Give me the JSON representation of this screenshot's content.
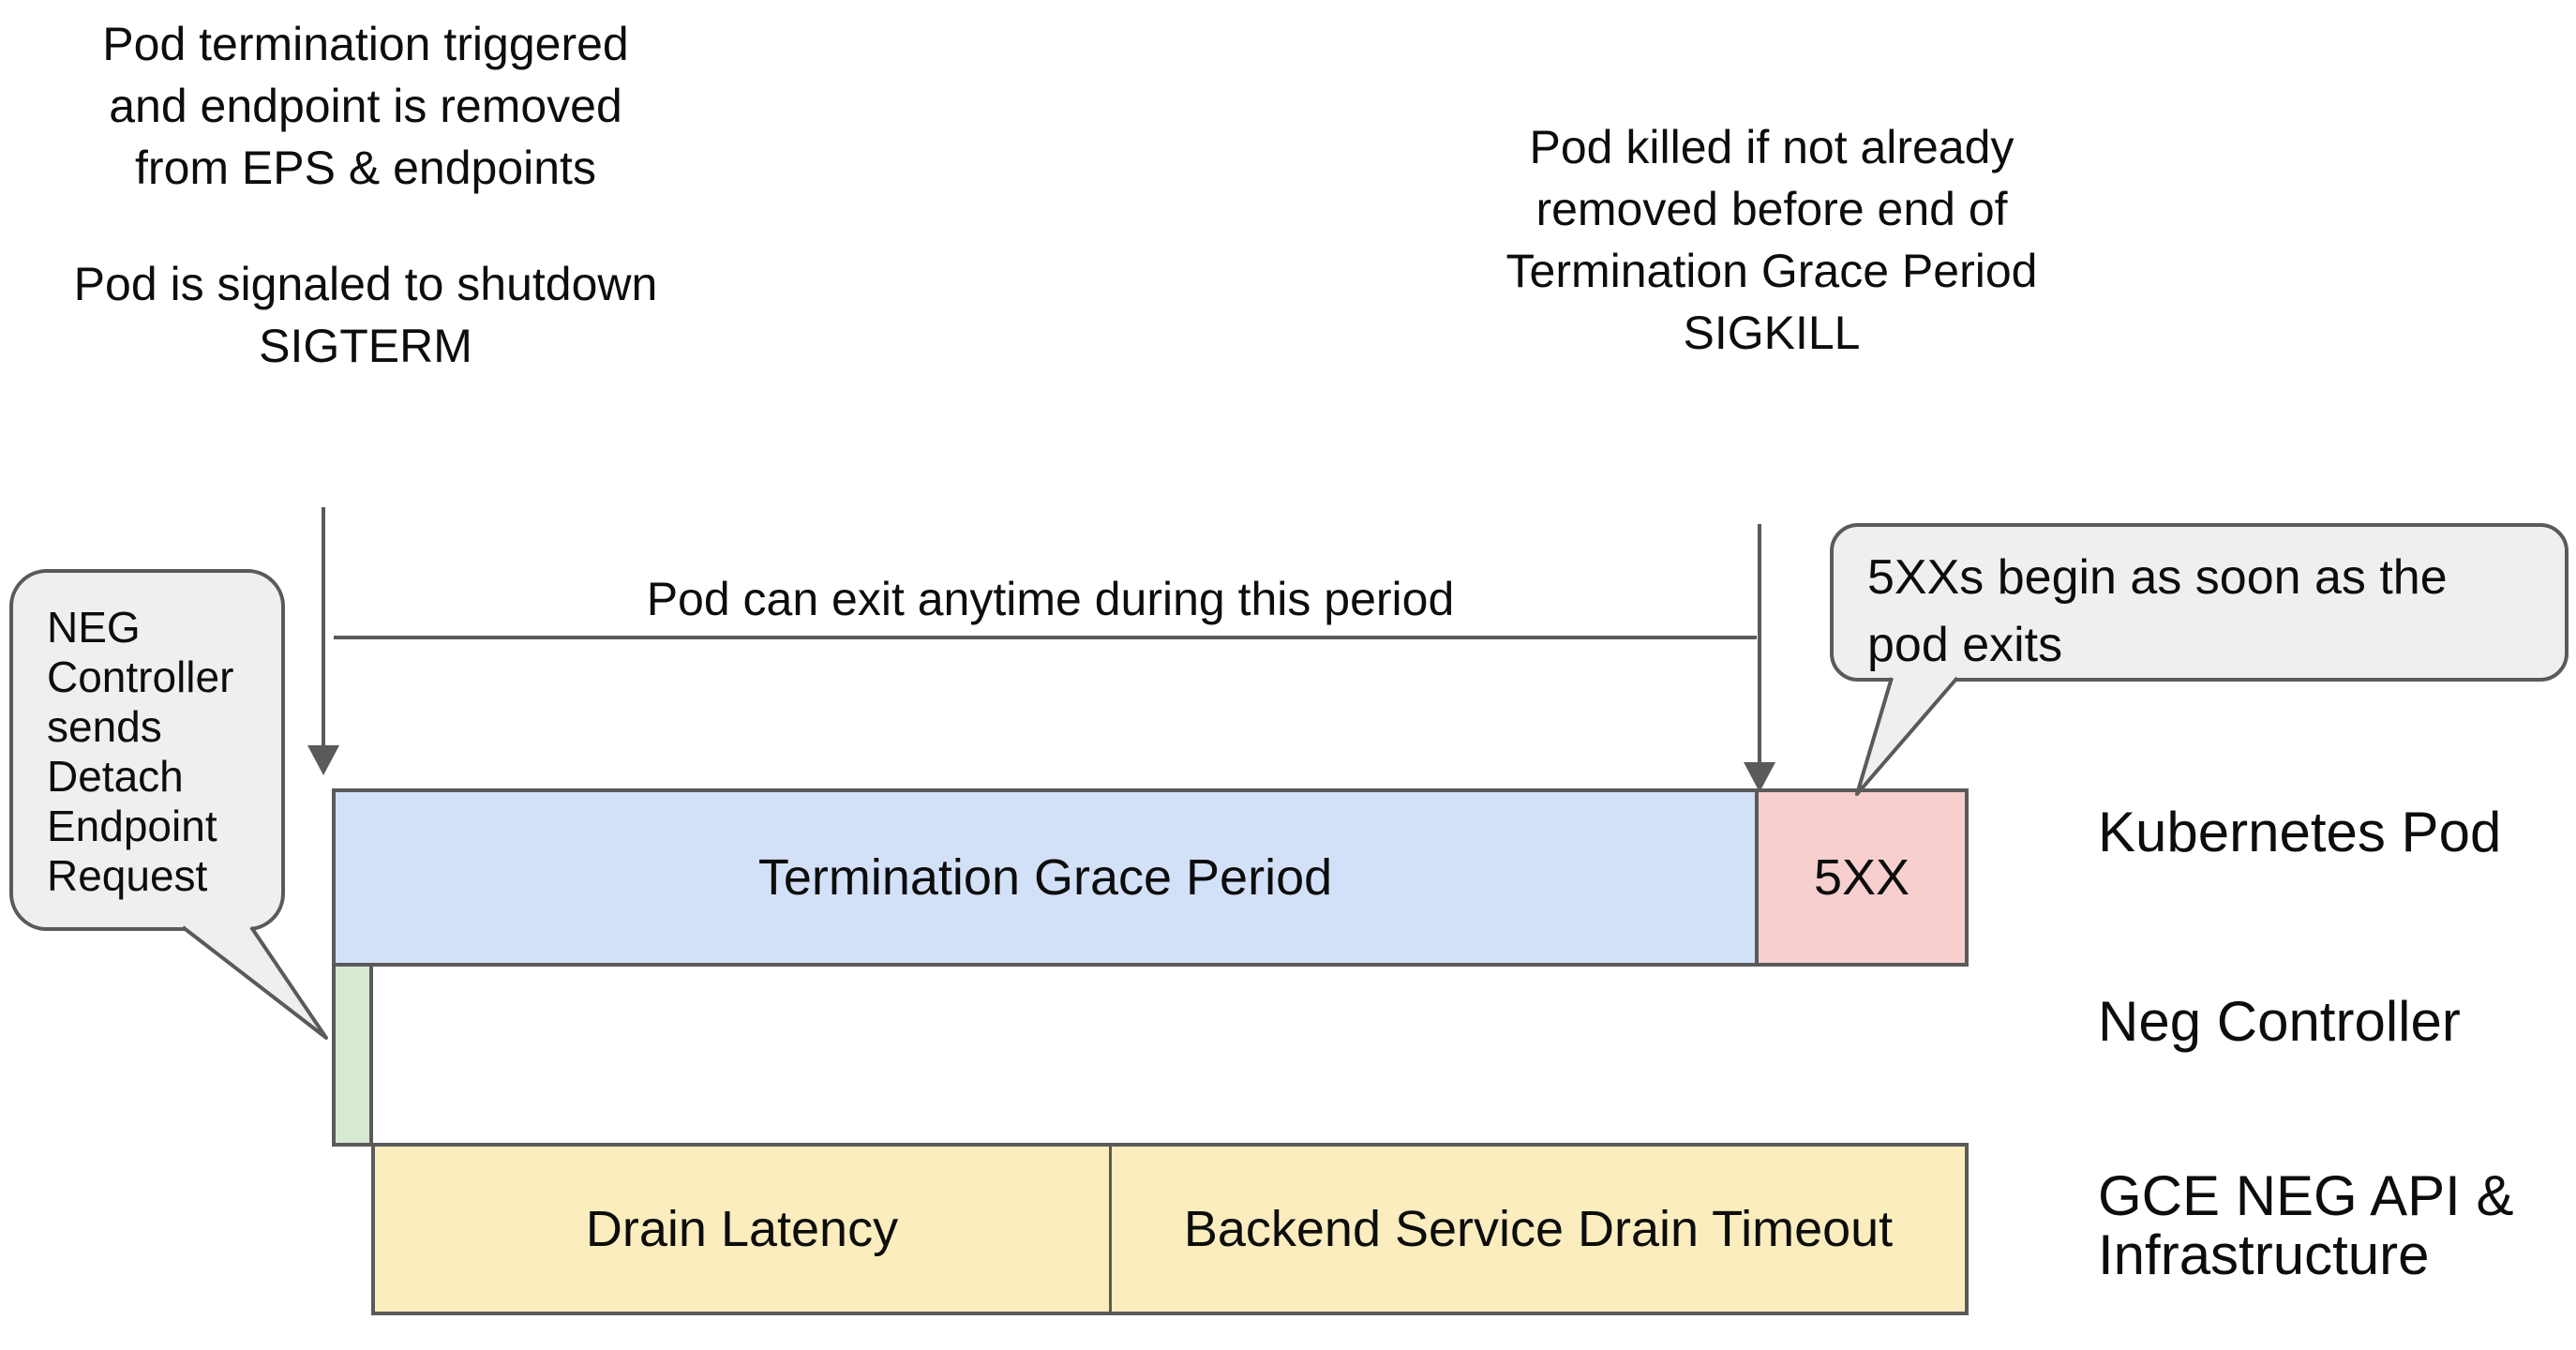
{
  "title": "Pod termination / NEG drain timeline diagram",
  "colors": {
    "background": "#ffffff",
    "stroke": "#5a5a5a",
    "text": "#0d0d0d",
    "termination_grace_period_fill": "#d3e1f8",
    "five_xx_fill": "#f6cfce",
    "neg_controller_fill": "#d7e8d3",
    "gce_fill": "#fbedbd",
    "callout_fill": "#efefef"
  },
  "annotations": {
    "top_left": {
      "para1": [
        "Pod termination triggered",
        "and endpoint is removed",
        "from EPS & endpoints"
      ],
      "para2": [
        "Pod is signaled to shutdown",
        "SIGTERM"
      ]
    },
    "top_right": {
      "lines": [
        "Pod killed if not already",
        "removed before end of",
        "Termination Grace Period",
        "SIGKILL"
      ]
    },
    "period_label": "Pod can exit anytime during this period"
  },
  "callouts": {
    "neg_controller": {
      "lines": [
        "NEG",
        "Controller",
        "sends",
        "Detach",
        "Endpoint",
        "Request"
      ]
    },
    "five_xx": {
      "lines": [
        "5XXs begin as soon as the",
        "pod exits"
      ]
    }
  },
  "bars": {
    "termination_grace_period": "Termination Grace Period",
    "five_xx": "5XX",
    "drain_latency": "Drain Latency",
    "backend_service_drain_timeout": "Backend Service Drain Timeout"
  },
  "row_labels": {
    "kubernetes_pod": "Kubernetes Pod",
    "neg_controller": "Neg Controller",
    "gce_line1": "GCE NEG API &",
    "gce_line2": "Infrastructure"
  }
}
